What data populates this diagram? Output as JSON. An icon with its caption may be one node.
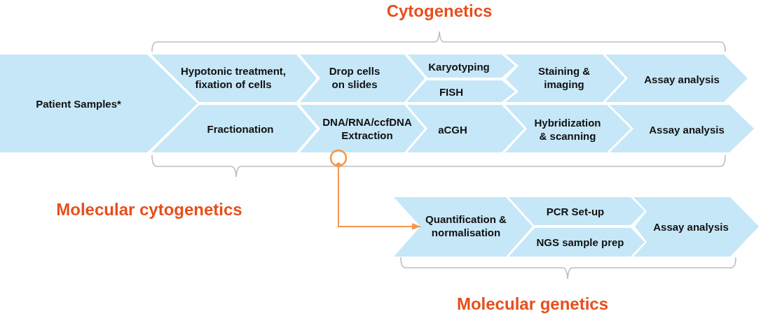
{
  "diagram": {
    "nodes": [
      {
        "text": [
          "Patient Samples*"
        ]
      },
      {
        "text": [
          "Hypotonic treatment, fixation of cells"
        ]
      },
      {
        "text": [
          "Drop cells on slides"
        ]
      },
      {
        "text": [
          "Karyotyping"
        ]
      },
      {
        "text": [
          "FISH"
        ]
      },
      {
        "text": [
          "Staining & imaging"
        ]
      },
      {
        "text": [
          "Assay analysis"
        ]
      },
      {
        "text": [
          "Fractionation"
        ]
      },
      {
        "text": [
          "DNA/RNA/ccfDNA Extraction"
        ]
      },
      {
        "text": [
          "aCGH"
        ]
      },
      {
        "text": [
          "Hybridization & scanning"
        ]
      },
      {
        "text": [
          "Assay analysis"
        ]
      },
      {
        "text": [
          "Quantification & normalisation"
        ]
      },
      {
        "text": [
          "PCR Set-up"
        ]
      },
      {
        "text": [
          "NGS sample prep"
        ]
      },
      {
        "text": [
          "Assay analysis"
        ]
      }
    ],
    "edges": [
      {
        "from": 8,
        "to": 12,
        "arrow": "to",
        "color": "#f4974e"
      }
    ],
    "labels": [
      "Cytogenetics",
      "Molecular cytogenetics",
      "Molecular genetics"
    ]
  }
}
